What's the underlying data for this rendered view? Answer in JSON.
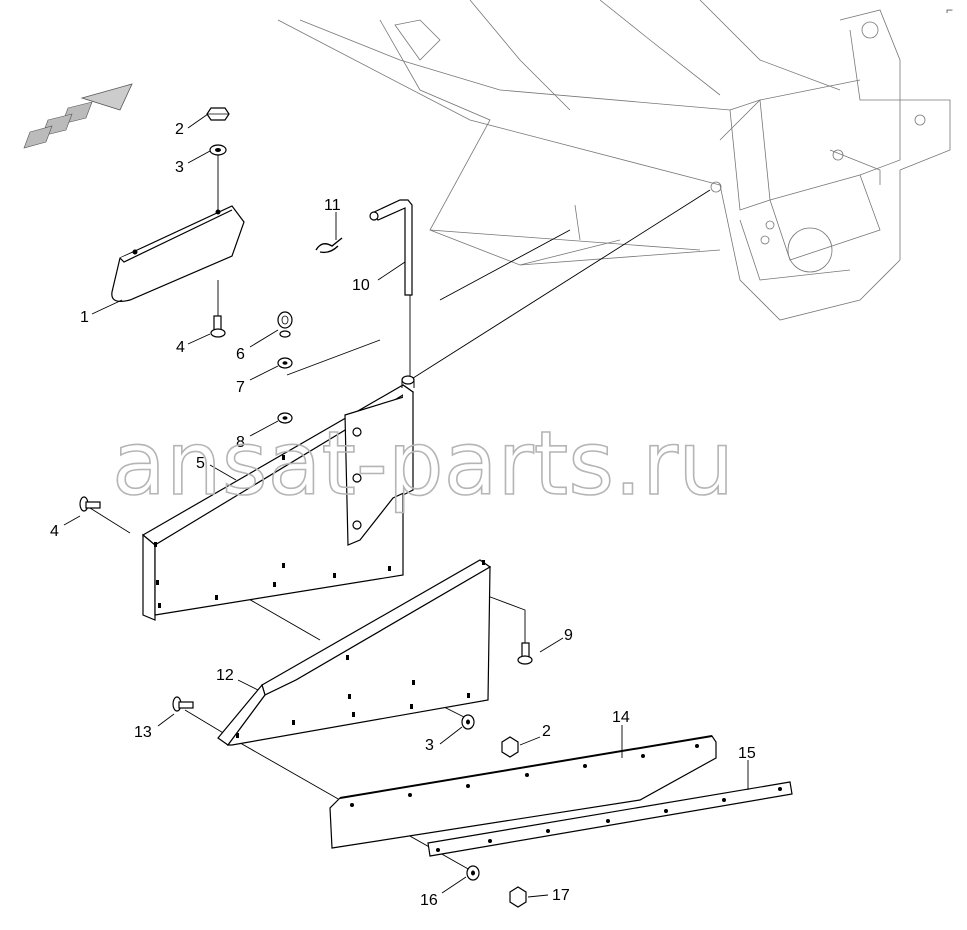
{
  "watermark": "ansat-parts.ru",
  "callouts": [
    "1",
    "2",
    "3",
    "4",
    "6",
    "7",
    "8",
    "5",
    "4",
    "11",
    "10",
    "9",
    "12",
    "13",
    "3",
    "2",
    "14",
    "15",
    "16",
    "17"
  ],
  "corner_mark": "⌐"
}
